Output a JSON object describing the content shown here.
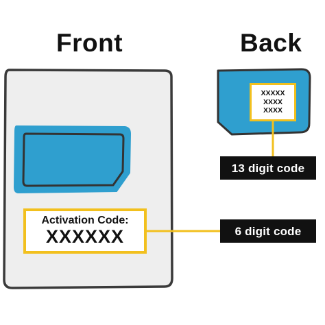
{
  "front": {
    "heading": "Front",
    "code_label": "Activation Code:",
    "code_value": "XXXXXX"
  },
  "back": {
    "heading": "Back",
    "code_lines": [
      "XXXXX",
      "XXXX",
      "XXXX"
    ]
  },
  "callouts": {
    "back_label": "13 digit code",
    "front_label": "6 digit code"
  },
  "colors": {
    "card_fill": "#eeeeee",
    "card_outline": "#333333",
    "sim_blue": "#2f9fcf",
    "highlight_yellow": "#f2c01e",
    "label_bg": "#111111"
  }
}
